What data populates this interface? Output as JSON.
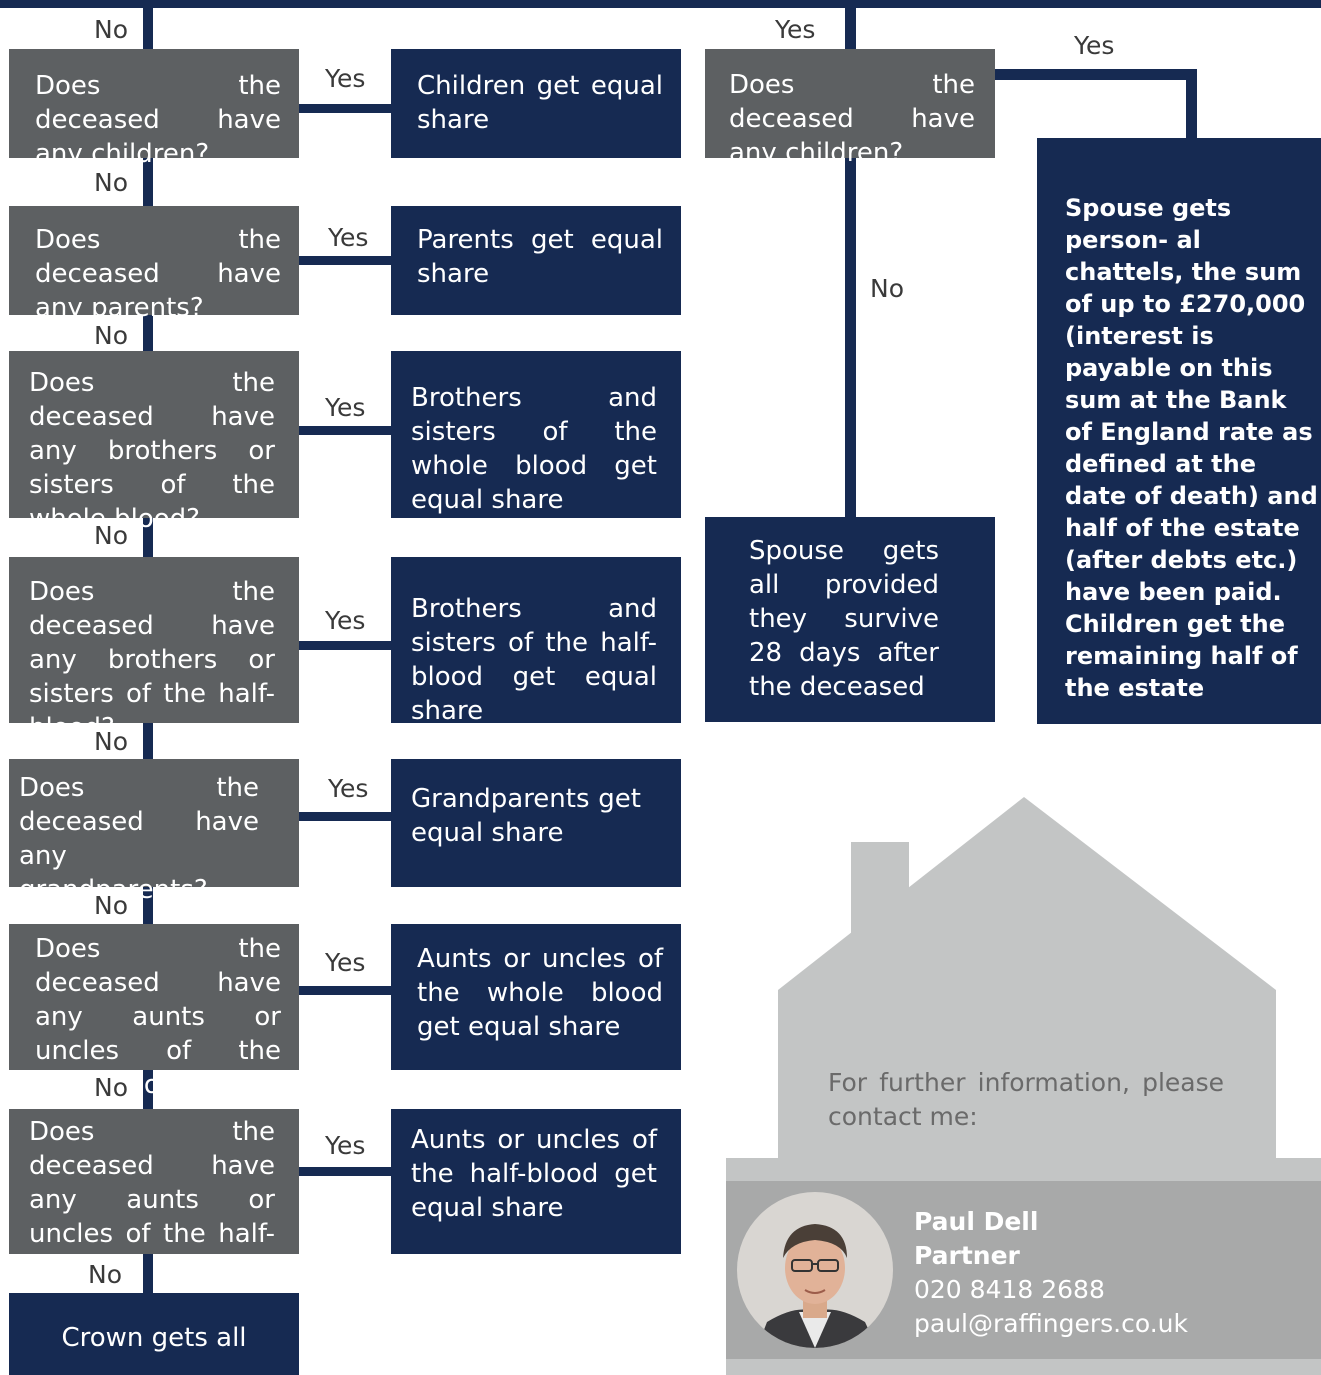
{
  "labels": {
    "yes": "Yes",
    "no": "No"
  },
  "left_column": {
    "rows": [
      {
        "question": "Does the deceased have any children?",
        "answer": "Children get equal share"
      },
      {
        "question": "Does the deceased have any parents?",
        "answer": "Parents get equal share"
      },
      {
        "question": "Does the deceased have any brothers or sisters of the whole blood?",
        "answer": "Brothers and sisters of the whole blood get equal share"
      },
      {
        "question": "Does the deceased have any brothers or sisters of the half-blood?",
        "answer": "Brothers and sisters of the half-blood get equal share"
      },
      {
        "question": "Does the deceased have any grandparents?",
        "answer": "Grandparents get equal share"
      },
      {
        "question": "Does the deceased have any aunts or uncles of the whole blood?",
        "answer": "Aunts or uncles of the whole blood get equal share"
      },
      {
        "question": "Does the deceased have any aunts or uncles of the half-blood?",
        "answer": "Aunts or uncles of the half-blood get equal share"
      }
    ],
    "final": "Crown gets all"
  },
  "right_column": {
    "question": "Does the deceased have any children?",
    "no_answer": "Spouse gets all provided they survive 28 days after the deceased",
    "yes_answer": "Spouse gets person- al chattels, the sum of up to £270,000 (interest is payable on this sum at the Bank of England rate as defined at the date of death) and half of the estate (after debts etc.) have been paid. Children get the remaining half of the estate"
  },
  "contact": {
    "prompt": "For further information, please contact me:",
    "name": "Paul Dell",
    "role": "Partner",
    "phone": "020 8418 2688",
    "email": "paul@raffingers.co.uk"
  },
  "colors": {
    "navy": "#162a52",
    "grey_box": "#5d6062",
    "house": "#c3c5c5",
    "card": "#a8a9a9"
  }
}
